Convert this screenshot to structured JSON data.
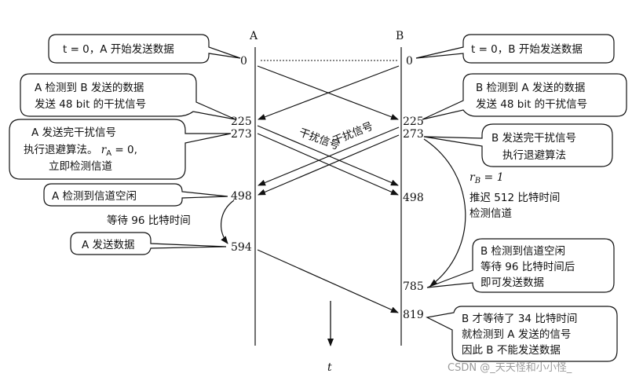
{
  "stations": {
    "a": "A",
    "b": "B"
  },
  "time_axis_label": "t",
  "a_times": [
    "0",
    "225",
    "273",
    "498",
    "594"
  ],
  "b_times": [
    "0",
    "225",
    "273",
    "498",
    "785",
    "819"
  ],
  "jam_labels": [
    "干扰信号",
    "干扰信号"
  ],
  "callouts": {
    "a_start": [
      "t = 0，A 开始发送数据"
    ],
    "b_start": [
      "t = 0，B 开始发送数据"
    ],
    "a_detect": [
      "A 检测到 B 发送的数据",
      "发送 48 bit 的干扰信号"
    ],
    "b_detect": [
      "B 检测到 A 发送的数据",
      "发送 48 bit 的干扰信号"
    ],
    "a_jam_done": [
      "A 发送完干扰信号",
      "执行退避算法。 rA = 0,",
      "立即检测信道"
    ],
    "b_jam_done": [
      "B 发送完干扰信号",
      "执行退避算法"
    ],
    "a_idle": [
      "A 检测到信道空闲"
    ],
    "a_send": [
      "A 发送数据"
    ],
    "b_idle": [
      "B 检测到信道空闲",
      "等待 96 比特时间后",
      "即可发送数据"
    ],
    "b_blocked": [
      "B 才等待了 34 比特时间",
      "就检测到 A 发送的信号",
      "因此 B 不能发送数据"
    ]
  },
  "notes": {
    "a_wait": "等待 96 比特时间",
    "b_backoff": [
      "rB = 1",
      "推迟 512 比特时间",
      "检测信道"
    ]
  },
  "watermark": "CSDN @_天天怪和小小怪_"
}
